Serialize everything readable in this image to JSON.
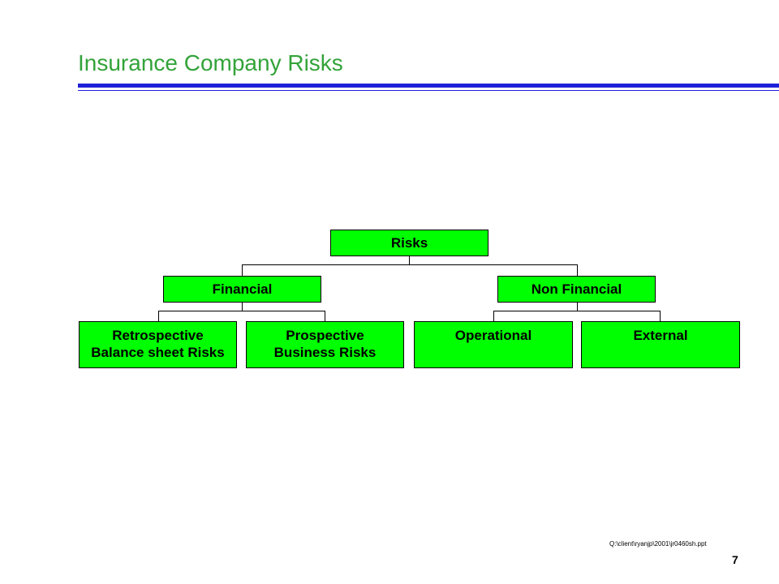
{
  "slide": {
    "title": "Insurance Company Risks",
    "footer_path": "Q:\\client\\ryanjp\\2001\\jr0460sh.ppt",
    "page_number": "7"
  },
  "org_chart": {
    "root": "Risks",
    "financial": "Financial",
    "non_financial": "Non Financial",
    "retrospective": "Retrospective\nBalance sheet Risks",
    "prospective": "Prospective\nBusiness Risks",
    "operational": "Operational",
    "external": "External"
  },
  "colors": {
    "title": "#33a33a",
    "rule": "#1f1fd8",
    "box_fill": "#00ff00",
    "box_border": "#000000"
  }
}
